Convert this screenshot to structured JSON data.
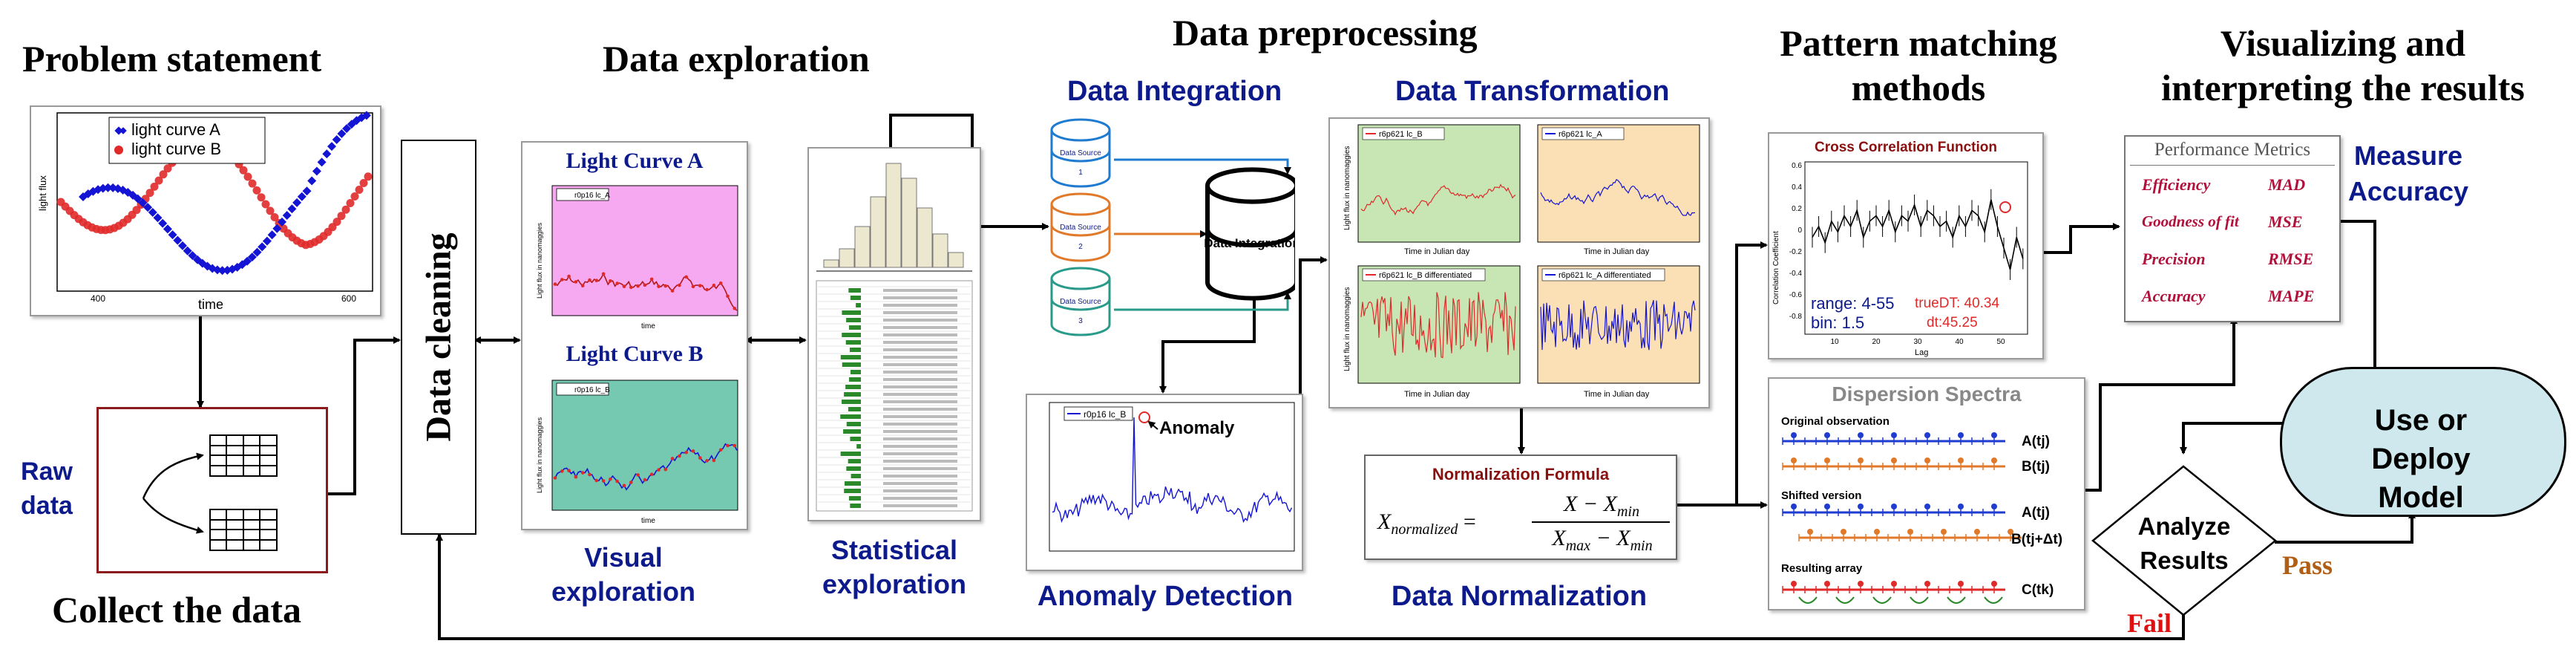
{
  "headings": {
    "problem": "Problem statement",
    "exploration": "Data exploration",
    "preprocessing": "Data preprocessing",
    "pattern": "Pattern matching methods",
    "visualizing": "Visualizing and interpreting the results",
    "collect": "Collect the data",
    "cleaning": "Data cleaning"
  },
  "problem_plot": {
    "legend": [
      "light curve A",
      "light curve B"
    ],
    "xlabel": "time",
    "ylabel": "light flux",
    "xticks": [
      "400",
      "600"
    ]
  },
  "raw_data": "Raw\ndata",
  "visual": {
    "title_a": "Light Curve A",
    "title_b": "Light Curve B",
    "legend_a": "r0p16 lc_A",
    "legend_b": "r0p16 lc_B",
    "xlabel": "time",
    "ylabel": "Light flux in nanomaggies",
    "caption": "Visual exploration"
  },
  "statistical": {
    "caption": "Statistical exploration"
  },
  "integration": {
    "title": "Data Integration",
    "source_label": "Data Source",
    "sources": [
      "1",
      "2",
      "3"
    ],
    "center": "Data Integration"
  },
  "anomaly": {
    "legend": "r0p16 lc_B",
    "label": "Anomaly",
    "caption": "Anomaly Detection"
  },
  "transformation": {
    "title": "Data Transformation",
    "panels": [
      "r6p621 lc_B",
      "r6p621 lc_A",
      "r6p621 lc_B differentiated",
      "r6p621 lc_A differentiated"
    ],
    "xlabel": "Time in Julian day",
    "ylabel": "Light flux in nanomaggies"
  },
  "normalization": {
    "title": "Normalization Formula",
    "lhs": "X",
    "lhs_sub": "normalized",
    "num": "X − X",
    "num_sub": "min",
    "den": "X",
    "den_sub1": "max",
    "den_mid": " − X",
    "den_sub2": "min",
    "caption": "Data Normalization"
  },
  "ccf": {
    "title": "Cross Correlation Function",
    "range": "range: 4-55",
    "bin": "bin: 1.5",
    "truedt": "trueDT: 40.34",
    "dt": "dt:45.25",
    "xlabel": "Lag",
    "ylabel": "Correlation Coefficient",
    "yticks": [
      "0.6",
      "0.4",
      "0.2",
      "0",
      "-0.2",
      "-0.4",
      "-0.6",
      "-0.8"
    ],
    "xticks": [
      "10",
      "20",
      "30",
      "40",
      "50"
    ]
  },
  "dispersion": {
    "title": "Dispersion Spectra",
    "original": "Original observation",
    "shifted": "Shifted version",
    "resulting": "Resulting array",
    "a1": "A(tj)",
    "b1": "B(tj)",
    "a2": "A(tj)",
    "b2": "B(tj+Δt)",
    "c": "C(tk)"
  },
  "metrics": {
    "title": "Performance Metrics",
    "left": [
      "Efficiency",
      "Goodness of fit",
      "Precision",
      "Accuracy"
    ],
    "right": [
      "MAD",
      "MSE",
      "RMSE",
      "MAPE"
    ],
    "caption": "Measure Accuracy"
  },
  "analyze": "Analyze Results",
  "deploy": "Use or Deploy Model",
  "pass": "Pass",
  "fail": "Fail",
  "colors": {
    "navy": "#0d1a8c",
    "curve_a": "#1414d4",
    "curve_b": "#e02a2a",
    "pink_bg": "#f6a8f0",
    "teal_bg": "#74c9b0",
    "green_bg": "#c7e6b4",
    "orange_bg": "#fbe0b6",
    "hist_fill": "#ebe8cf",
    "deploy_fill": "#cfe8ee",
    "fail": "#e01010",
    "pass": "#b05e14",
    "ccf_title": "#8a1010",
    "metrics_text": "#b0103a"
  }
}
